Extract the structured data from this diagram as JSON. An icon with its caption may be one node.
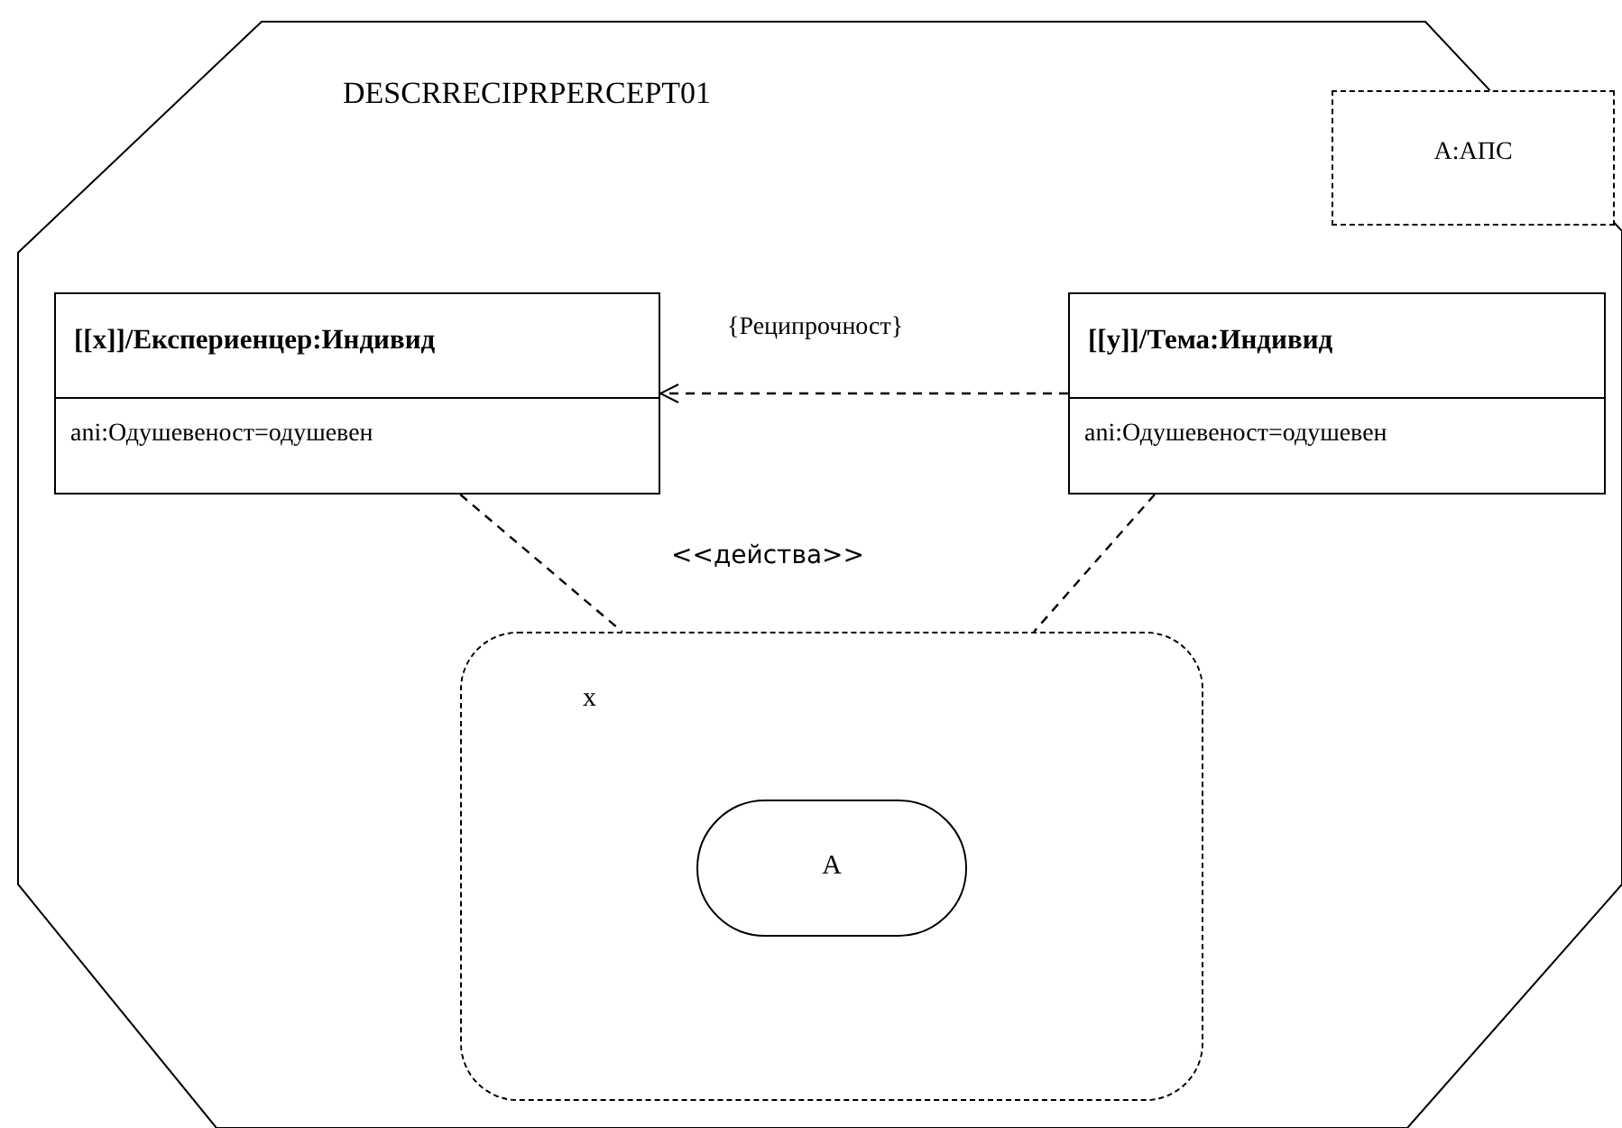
{
  "diagram": {
    "nodes": [
      {
        "text": [
          "DESCRRECIPRPERCEPT01"
        ]
      },
      {
        "text": [
          "A:АПС"
        ],
        "in": 0
      },
      {
        "text": [
          "[[x]]/Експериенцер:Индивид",
          "ani:Одушевеност=одушевен"
        ],
        "in": 0
      },
      {
        "text": [
          "[[y]]/Тема:Индивид",
          "ani:Одушевеност=одушевен"
        ],
        "in": 0
      },
      {
        "text": [
          "x"
        ],
        "in": 0
      },
      {
        "text": [
          "A"
        ],
        "in": 4
      }
    ],
    "edges": [
      {
        "from": 3,
        "to": 2,
        "arrow": "to",
        "label": "{Реципрочност}",
        "style": "dashed"
      },
      {
        "from": 2,
        "to": 4,
        "arrow": "none",
        "style": "dashed"
      },
      {
        "from": 3,
        "to": 4,
        "arrow": "none",
        "style": "dashed"
      }
    ],
    "labels": [
      "<<действа>>"
    ]
  }
}
